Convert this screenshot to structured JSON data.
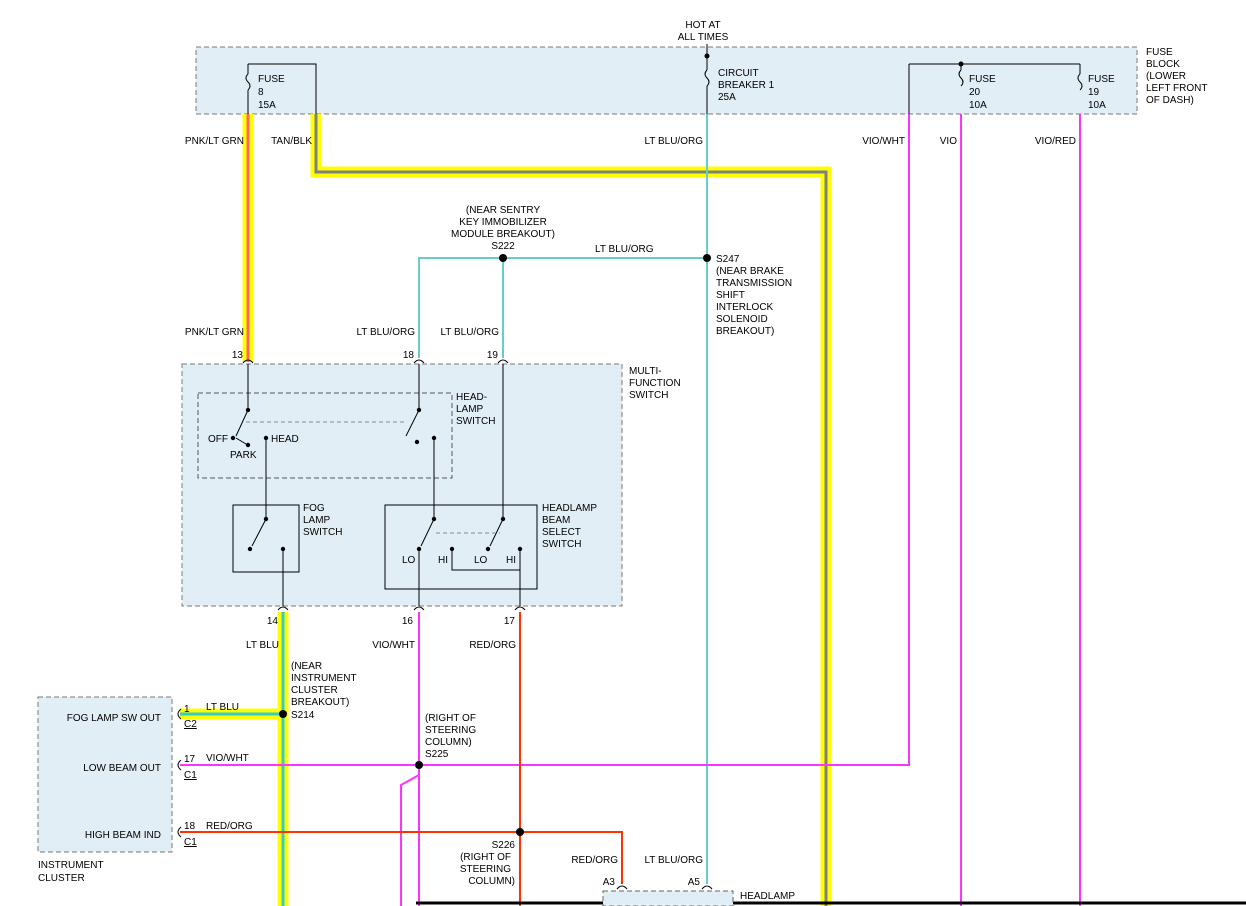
{
  "colors": {
    "highlight": "#ffff00",
    "ltblu_org": "#66cccc",
    "vio": "#ff33ff",
    "red_org": "#ff3300",
    "pnk_ltgrn": "#ff6666",
    "tan_blk": "#808080",
    "ltblu": "#33cccc",
    "box_fill": "#e2eef6"
  },
  "supply": {
    "hot_line1": "HOT AT",
    "hot_line2": "ALL TIMES"
  },
  "fuse_block": {
    "label": [
      "FUSE",
      "BLOCK",
      "(LOWER",
      "LEFT FRONT",
      "OF DASH)"
    ],
    "fuse8": [
      "FUSE",
      "8",
      "15A"
    ],
    "cb1": [
      "CIRCUIT",
      "BREAKER 1",
      "25A"
    ],
    "fuse20": [
      "FUSE",
      "20",
      "10A"
    ],
    "fuse19": [
      "FUSE",
      "19",
      "10A"
    ]
  },
  "wires": {
    "pnk_ltgrn": "PNK/LT GRN",
    "tan_blk": "TAN/BLK",
    "ltblu_org": "LT BLU/ORG",
    "vio_wht": "VIO/WHT",
    "vio": "VIO",
    "vio_red": "VIO/RED",
    "ltblu": "LT BLU",
    "red_org": "RED/ORG"
  },
  "splices": {
    "s222_note": [
      "(NEAR SENTRY",
      "KEY IMMOBILIZER",
      "MODULE BREAKOUT)"
    ],
    "s222": "S222",
    "s247": "S247",
    "s247_note": [
      "(NEAR BRAKE",
      "TRANSMISSION",
      "SHIFT",
      "INTERLOCK",
      "SOLENOID",
      "BREAKOUT)"
    ],
    "s214_note": [
      "(NEAR",
      "INSTRUMENT",
      "CLUSTER",
      "BREAKOUT)"
    ],
    "s214": "S214",
    "s225_note": [
      "(RIGHT OF",
      "STEERING",
      "COLUMN)"
    ],
    "s225": "S225",
    "s226": "S226",
    "s226_note": [
      "(RIGHT OF",
      "STEERING",
      "COLUMN)"
    ]
  },
  "pins": {
    "p13": "13",
    "p18": "18",
    "p19": "19",
    "p14": "14",
    "p16": "16",
    "p17": "17",
    "c2": "C2",
    "c1": "C1",
    "ic1": "1",
    "ic17": "17",
    "ic18": "18",
    "a3": "A3",
    "a5": "A5"
  },
  "mfs": {
    "label": [
      "MULTI-",
      "FUNCTION",
      "SWITCH"
    ],
    "headlamp_switch": [
      "HEAD-",
      "LAMP",
      "SWITCH"
    ],
    "off": "OFF",
    "park": "PARK",
    "head": "HEAD",
    "fog_lamp_switch": [
      "FOG",
      "LAMP",
      "SWITCH"
    ],
    "beam_select": [
      "HEADLAMP",
      "BEAM",
      "SELECT",
      "SWITCH"
    ],
    "lo": "LO",
    "hi": "HI"
  },
  "cluster": {
    "fog_lamp_sw_out": "FOG LAMP SW OUT",
    "low_beam_out": "LOW BEAM OUT",
    "high_beam_ind": "HIGH BEAM IND",
    "label": [
      "INSTRUMENT",
      "CLUSTER"
    ]
  },
  "headlamp": "HEADLAMP"
}
